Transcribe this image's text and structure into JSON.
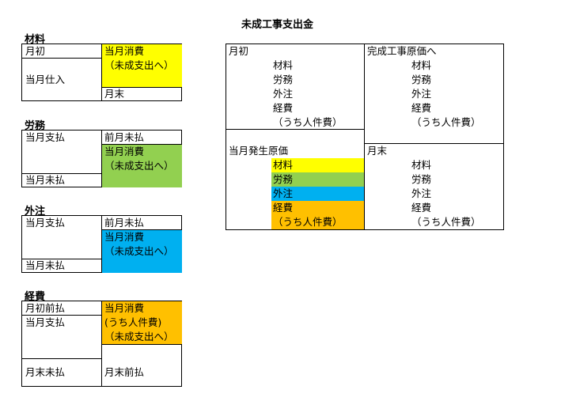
{
  "main_title": "未成工事支出金",
  "materials": {
    "title": "材料",
    "debit": [
      "月初",
      "当月仕入"
    ],
    "credit_main": "当月消費",
    "credit_sub": "（未成支出へ）",
    "credit_end": "月末"
  },
  "labor": {
    "title": "労務",
    "debit": [
      "当月支払",
      "当月未払"
    ],
    "credit_top": "前月未払",
    "credit_main": "当月消費",
    "credit_sub": "（未成支出へ）"
  },
  "outsourcing": {
    "title": "外注",
    "debit": [
      "当月支払",
      "当月未払"
    ],
    "credit_top": "前月未払",
    "credit_main": "当月消費",
    "credit_sub": "（未成支出へ）"
  },
  "expenses": {
    "title": "経費",
    "debit": [
      "月初前払",
      "当月支払",
      "月末未払"
    ],
    "credit_main": "当月消費",
    "credit_staff": "(うち人件費)",
    "credit_sub": "（未成支出へ）",
    "credit_end": "月末前払"
  },
  "wip": {
    "beginning": {
      "label": "月初",
      "items": [
        "材料",
        "労務",
        "外注",
        "経費",
        "（うち人件費）"
      ]
    },
    "current_cost": {
      "label": "当月発生原価",
      "items": [
        "材料",
        "労務",
        "外注",
        "経費",
        "（うち人件費）"
      ]
    },
    "to_completed": {
      "label": "完成工事原価へ",
      "items": [
        "材料",
        "労務",
        "外注",
        "経費",
        "（うち人件費）"
      ]
    },
    "ending": {
      "label": "月末",
      "items": [
        "材料",
        "労務",
        "外注",
        "経費",
        "（うち人件費）"
      ]
    }
  },
  "colors": {
    "materials": "#ffff00",
    "labor": "#92d050",
    "outsourcing": "#00b0f0",
    "expenses": "#ffc000"
  }
}
